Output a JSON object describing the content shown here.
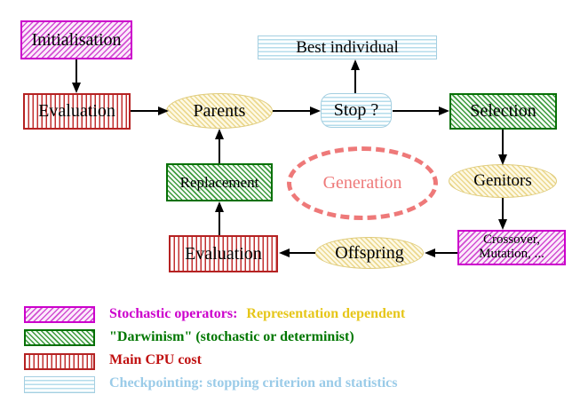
{
  "nodes": {
    "initialisation": "Initialisation",
    "evaluation_top": "Evaluation",
    "parents": "Parents",
    "best_individual": "Best individual",
    "stop": "Stop ?",
    "selection": "Selection",
    "replacement": "Replacement",
    "generation": "Generation",
    "genitors": "Genitors",
    "crossover_line1": "Crossover,",
    "crossover_line2": "Mutation, ...",
    "evaluation_bottom": "Evaluation",
    "offspring": "Offspring"
  },
  "legend": {
    "stochastic_label": "Stochastic operators:",
    "stochastic_note": "Representation dependent",
    "darwinism": "\"Darwinism\" (stochastic or determinist)",
    "cpu": "Main CPU cost",
    "checkpointing": "Checkpointing: stopping criterion and statistics"
  },
  "colors": {
    "magenta": "#cc00cc",
    "gold": "#e6c619",
    "green": "#007700",
    "red": "#c01010",
    "cyan": "#9acbe8",
    "salmon": "#ee7979",
    "arrow_black": "#000000"
  }
}
